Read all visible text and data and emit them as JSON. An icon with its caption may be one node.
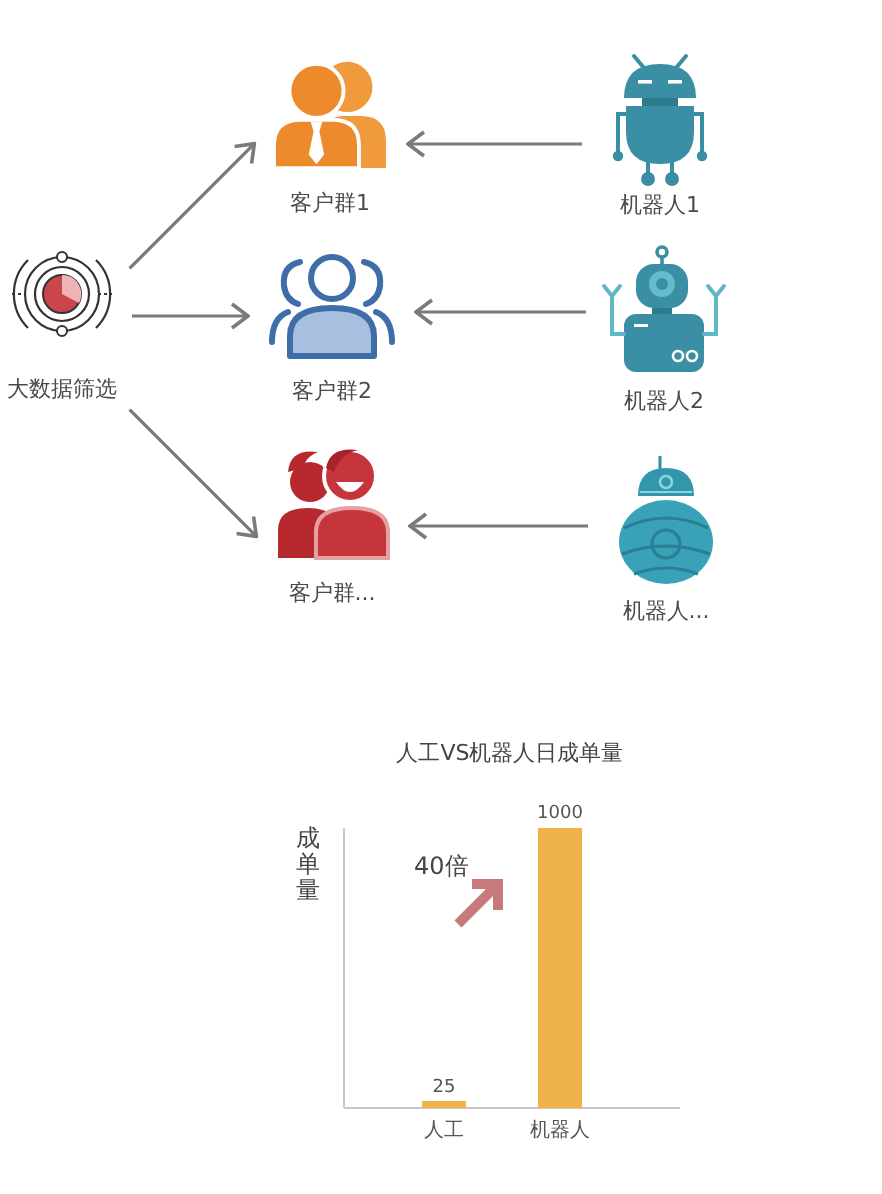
{
  "diagram": {
    "nodes": [
      {
        "text": [
          "大数据筛选"
        ]
      },
      {
        "text": [
          "客户群1"
        ]
      },
      {
        "text": [
          "客户群2"
        ]
      },
      {
        "text": [
          "客户群..."
        ]
      },
      {
        "text": [
          "机器人1"
        ]
      },
      {
        "text": [
          "机器人2"
        ]
      },
      {
        "text": [
          "机器人..."
        ]
      }
    ],
    "edges": [
      {
        "from": 0,
        "to": 1,
        "arrow": "to"
      },
      {
        "from": 0,
        "to": 2,
        "arrow": "to"
      },
      {
        "from": 0,
        "to": 3,
        "arrow": "to"
      },
      {
        "from": 4,
        "to": 1,
        "arrow": "to"
      },
      {
        "from": 5,
        "to": 2,
        "arrow": "to"
      },
      {
        "from": 6,
        "to": 3,
        "arrow": "to"
      }
    ],
    "labels": [
      "40倍"
    ],
    "chart_data": {
      "type": "bar",
      "title": "人工VS机器人日成单量",
      "ylabel": "成单量",
      "categories": [
        "人工",
        "机器人"
      ],
      "series": [
        {
          "color": "#f0b24b",
          "values": [
            25,
            1000
          ]
        }
      ],
      "data_labels": true
    }
  }
}
